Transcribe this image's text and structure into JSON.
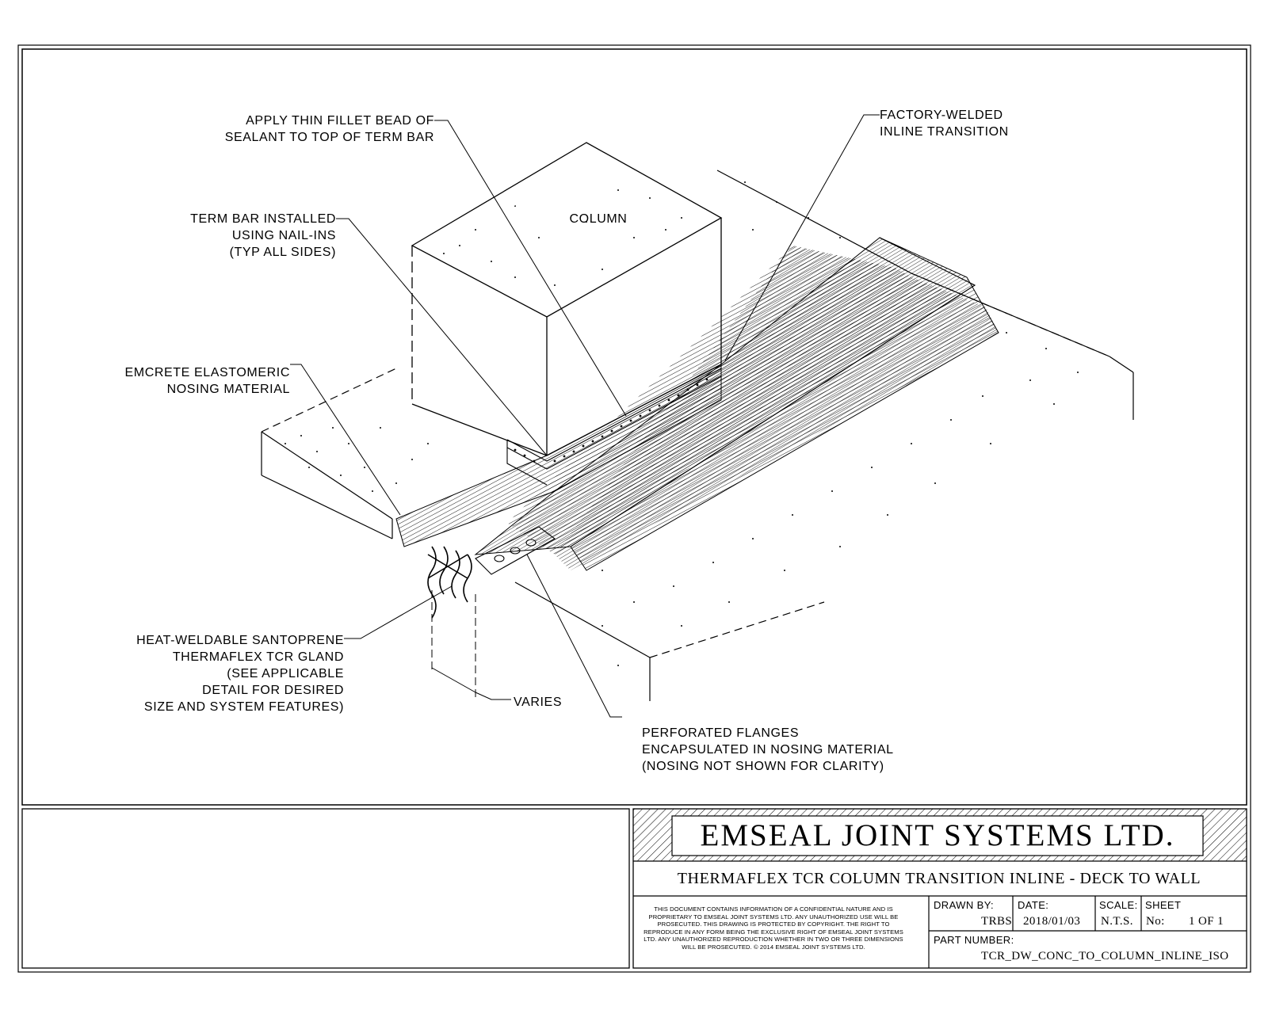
{
  "labels": {
    "fillet_bead": [
      "APPLY THIN FILLET BEAD OF",
      "SEALANT TO TOP OF TERM BAR"
    ],
    "factory_welded": [
      "FACTORY-WELDED",
      "INLINE TRANSITION"
    ],
    "column": "COLUMN",
    "term_bar": [
      "TERM BAR INSTALLED",
      "USING NAIL-INS",
      "(TYP ALL SIDES)"
    ],
    "emcrete": [
      "EMCRETE ELASTOMERIC",
      "NOSING MATERIAL"
    ],
    "gland": [
      "HEAT-WELDABLE SANTOPRENE",
      "THERMAFLEX TCR GLAND",
      "(SEE APPLICABLE",
      "DETAIL FOR DESIRED",
      "SIZE AND SYSTEM FEATURES)"
    ],
    "varies": "VARIES",
    "flanges": [
      "PERFORATED FLANGES",
      "ENCAPSULATED IN NOSING MATERIAL",
      "(NOSING NOT SHOWN FOR CLARITY)"
    ]
  },
  "title_block": {
    "company": "EMSEAL JOINT SYSTEMS LTD.",
    "title": "THERMAFLEX TCR COLUMN TRANSITION INLINE - DECK TO WALL",
    "notice": "THIS DOCUMENT CONTAINS INFORMATION OF A CONFIDENTIAL NATURE AND IS PROPRIETARY TO EMSEAL JOINT SYSTEMS LTD. ANY UNAUTHORIZED USE WILL BE PROSECUTED. THIS DRAWING IS PROTECTED BY COPYRIGHT. THE RIGHT TO REPRODUCE IN ANY FORM BEING THE EXCLUSIVE RIGHT OF EMSEAL JOINT SYSTEMS LTD. ANY UNAUTHORIZED REPRODUCTION WHETHER IN TWO OR THREE DIMENSIONS WILL BE PROSECUTED. © 2014 EMSEAL JOINT SYSTEMS LTD.",
    "drawn_by_label": "DRAWN BY:",
    "drawn_by": "TRBS",
    "date_label": "DATE:",
    "date": "2018/01/03",
    "scale_label": "SCALE:",
    "scale": "N.T.S.",
    "sheet_label": "SHEET",
    "sheet_no_label": "No:",
    "sheet": "1 OF 1",
    "part_number_label": "PART NUMBER:",
    "part_number": "TCR_DW_CONC_TO_COLUMN_INLINE_ISO"
  }
}
